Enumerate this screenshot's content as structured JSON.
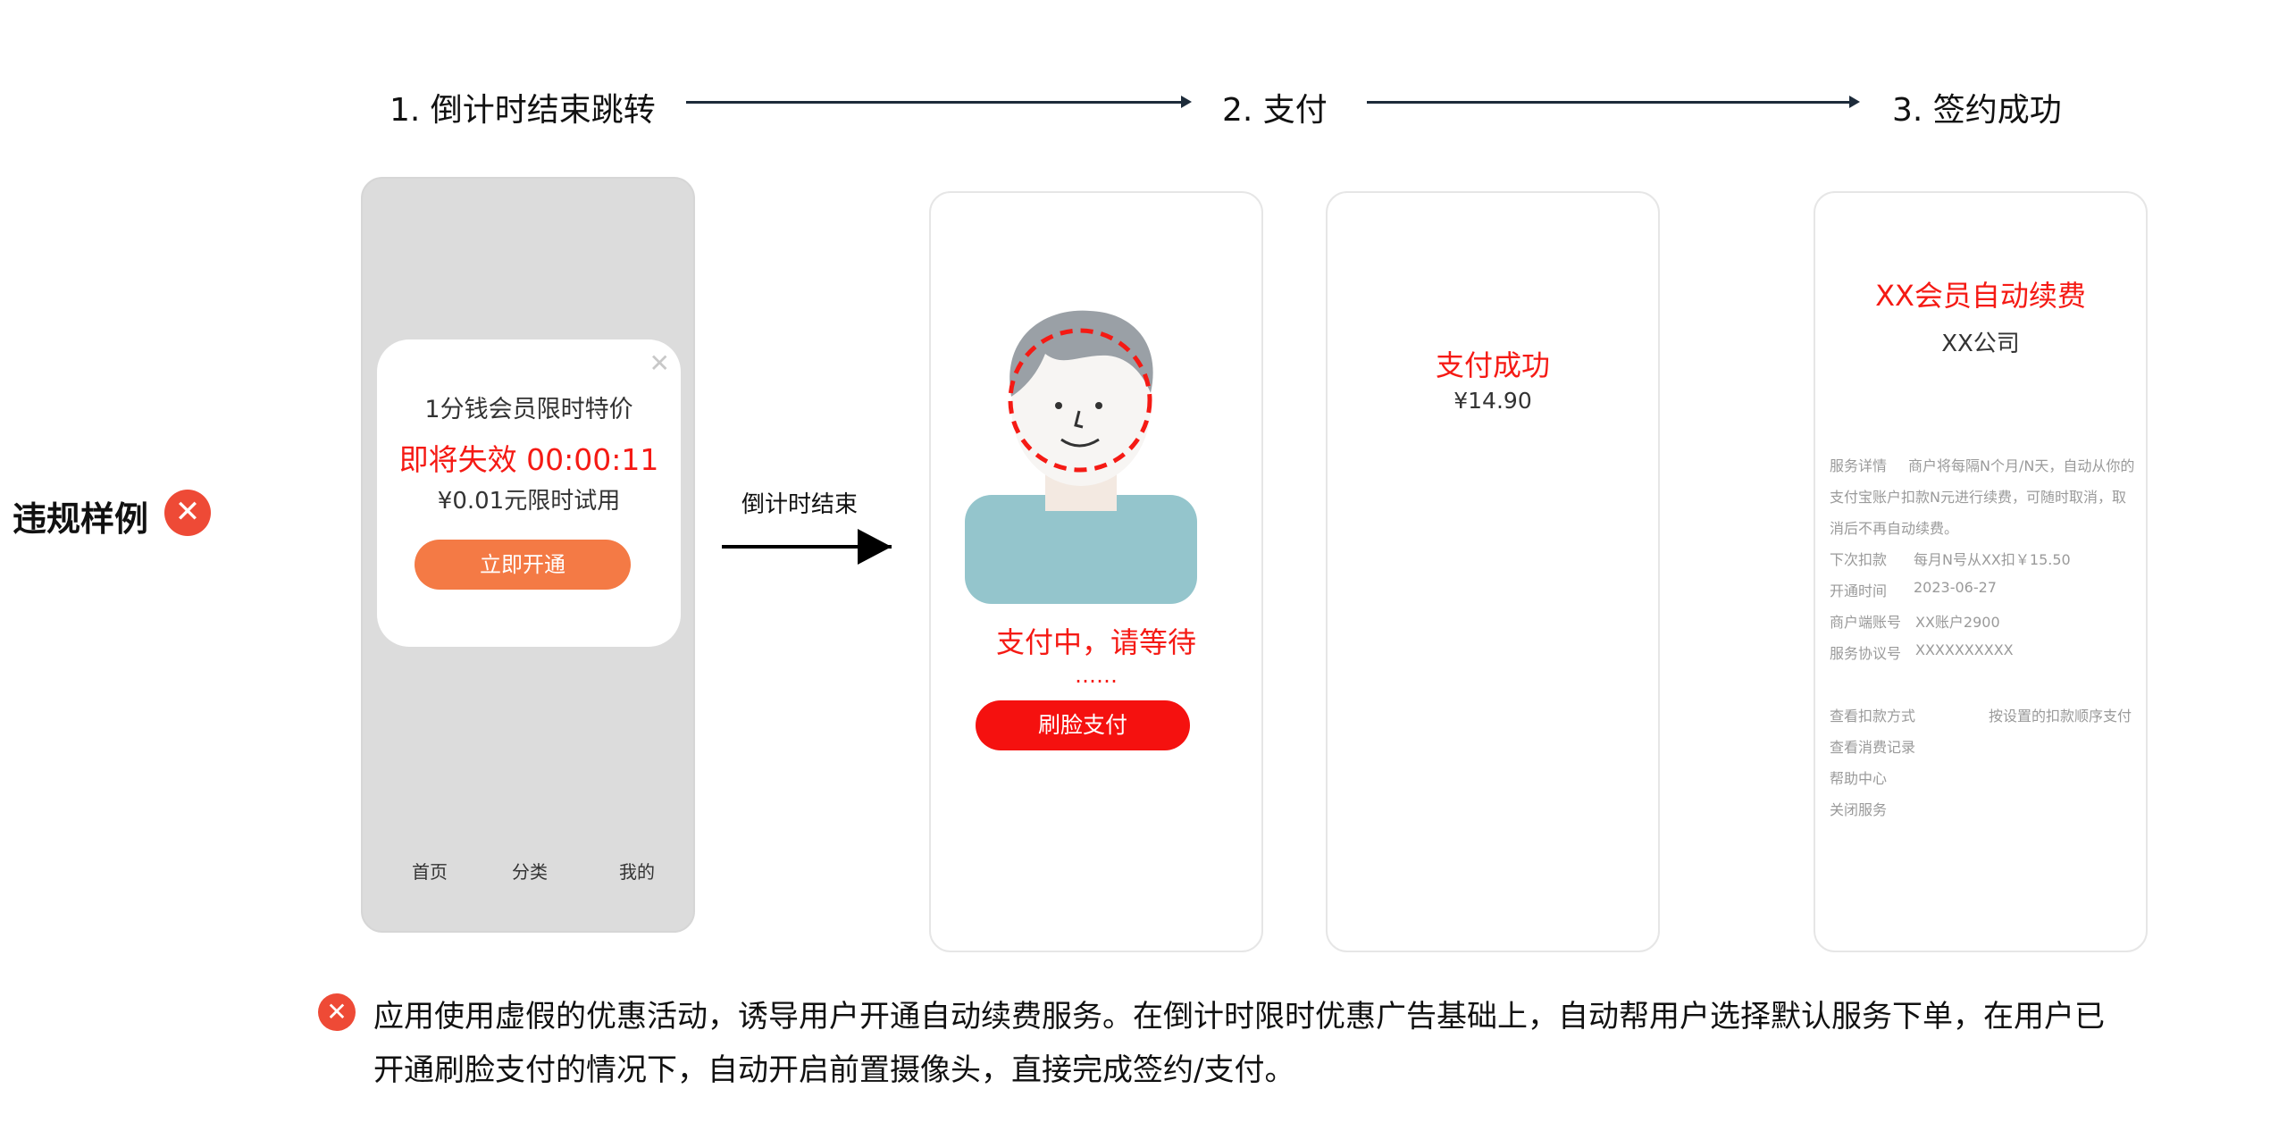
{
  "steps": [
    "1. 倒计时结束跳转",
    "2. 支付",
    "3. 签约成功"
  ],
  "violation_label": "违规样例",
  "phone1": {
    "popup_title": "1分钱会员限时特价",
    "countdown": "即将失效 00:00:11",
    "price_text": "¥0.01元限时试用",
    "cta": "立即开通",
    "nav": [
      "首页",
      "分类",
      "我的"
    ]
  },
  "arrow_label": "倒计时结束",
  "phone2": {
    "status": "支付中，请等待",
    "dots": "……",
    "button": "刷脸支付"
  },
  "phone3": {
    "title": "支付成功",
    "amount": "¥14.90"
  },
  "phone4": {
    "title": "XX会员自动续费",
    "company": "XX公司",
    "details": [
      {
        "label": "服务详情",
        "value": "商户将每隔N个月/N天，自动从你的"
      },
      {
        "label": "",
        "value": "支付宝账户扣款N元进行续费，可随时取消，取"
      },
      {
        "label": "",
        "value": "消后不再自动续费。"
      },
      {
        "label": "下次扣款",
        "value": "每月N号从XX扣￥15.50"
      },
      {
        "label": "开通时间",
        "value": "2023-06-27"
      },
      {
        "label": "商户端账号",
        "value": "XX账户2900"
      },
      {
        "label": "服务协议号",
        "value": "XXXXXXXXXX"
      }
    ],
    "links": [
      {
        "label": "查看扣款方式",
        "value": "按设置的扣款顺序支付"
      },
      {
        "label": "查看消费记录",
        "value": ""
      },
      {
        "label": "帮助中心",
        "value": ""
      },
      {
        "label": "关闭服务",
        "value": ""
      }
    ]
  },
  "note_line1": "应用使用虚假的优惠活动，诱导用户开通自动续费服务。在倒计时限时优惠广告基础上，自动帮用户选择默认服务下单，在用户已",
  "note_line2": "开通刷脸支付的情况下，自动开启前置摄像头，直接完成签约/支付。",
  "colors": {
    "red": "#f51a14",
    "orange": "#f47a45",
    "error": "#ee4a36",
    "gray_bg": "#dcdcdc"
  }
}
